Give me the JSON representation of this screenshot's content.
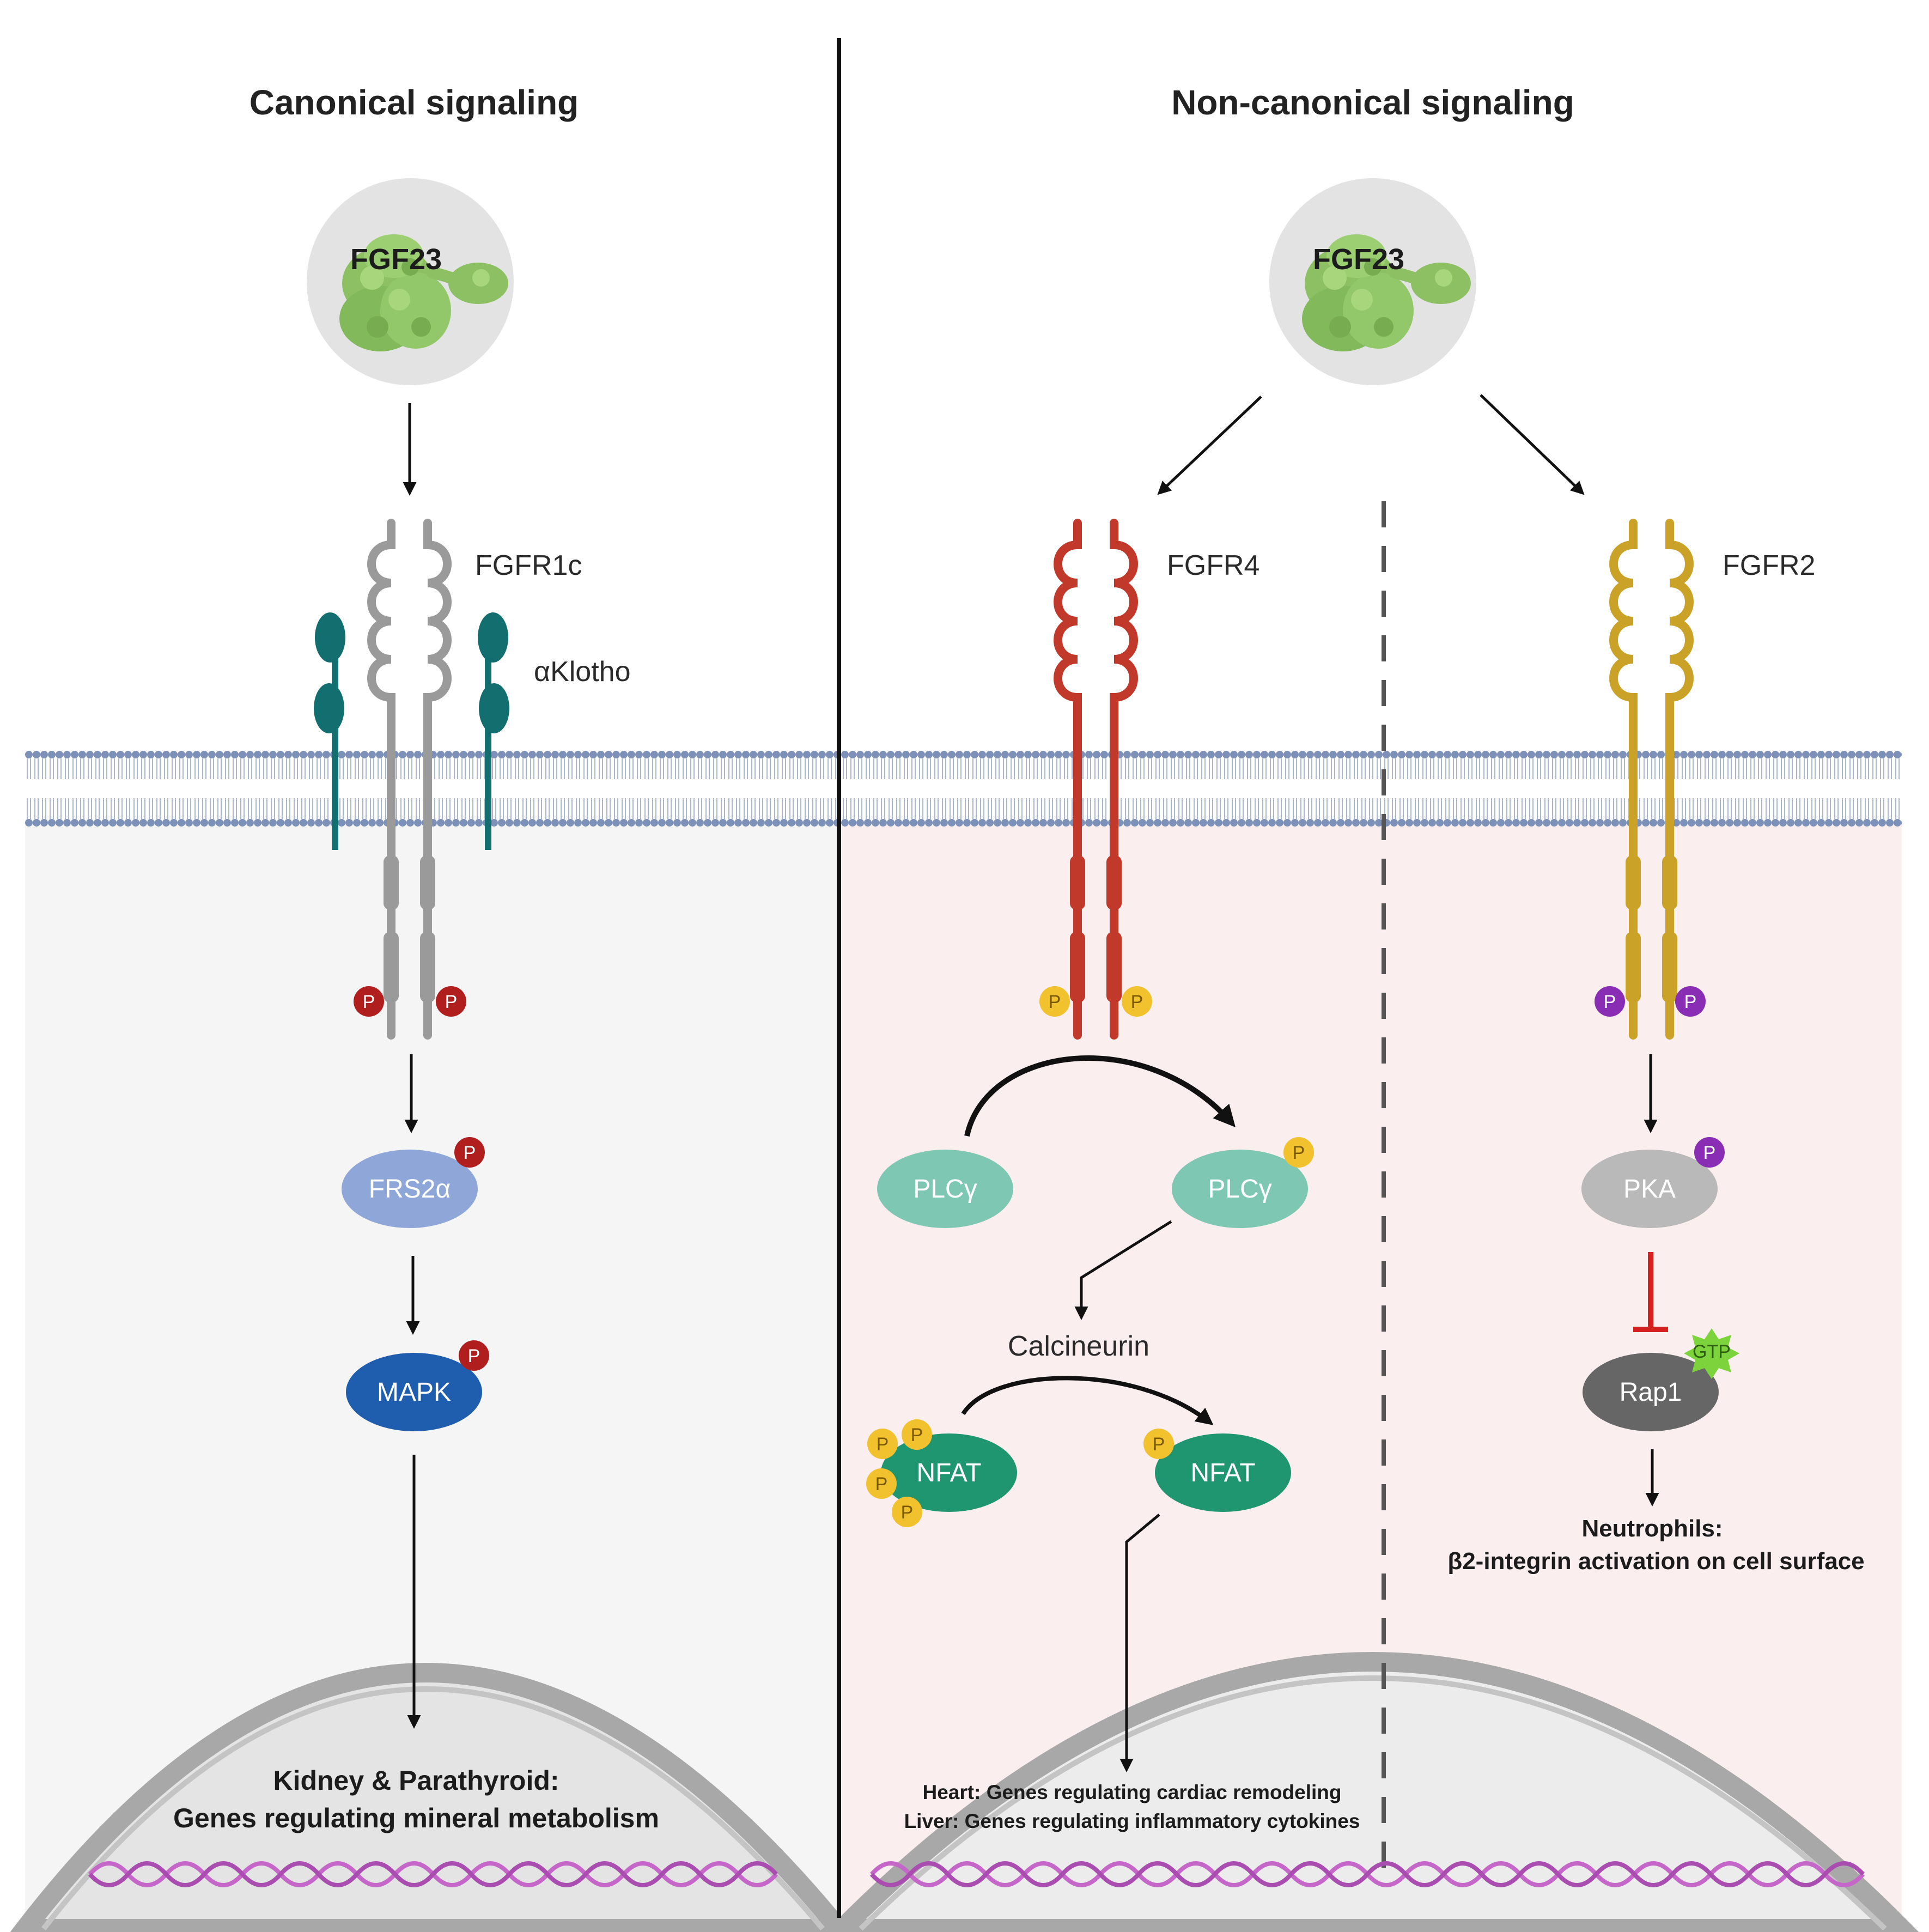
{
  "titles": {
    "left": "Canonical signaling",
    "right": "Non-canonical signaling"
  },
  "ligand": "FGF23",
  "receptors": {
    "fgfr1c": "FGFR1c",
    "klotho": "αKlotho",
    "fgfr4": "FGFR4",
    "fgfr2": "FGFR2"
  },
  "phospho": "P",
  "gtp": "GTP",
  "canonical": {
    "frs2": "FRS2α",
    "mapk": "MAPK",
    "outcome_line1": "Kidney & Parathyroid:",
    "outcome_line2": "Genes regulating mineral metabolism"
  },
  "fgfr4_path": {
    "plc_inactive": "PLCγ",
    "plc_active": "PLCγ",
    "calcineurin": "Calcineurin",
    "nfat_phos": "NFAT",
    "nfat_active": "NFAT",
    "outcome_line1": "Heart: Genes regulating cardiac remodeling",
    "outcome_line2": "Liver: Genes regulating inflammatory cytokines"
  },
  "fgfr2_path": {
    "pka": "PKA",
    "rap1": "Rap1",
    "outcome_line1": "Neutrophils:",
    "outcome_line2": "β2-integrin activation on cell surface"
  },
  "colors": {
    "canonical_bg": "#f5f5f5",
    "noncanonical_bg": "#fbeeee",
    "fgfr1c": "#9a9a9a",
    "klotho": "#136e70",
    "fgfr4": "#c0392b",
    "fgfr2": "#c9a227",
    "frs2": "#8ea6d8",
    "mapk": "#1f5dae",
    "plc": "#7ec7b2",
    "nfat": "#1f9570",
    "pka": "#b9b9b9",
    "rap1": "#666666",
    "p_red": "#b01e1e",
    "p_yellow": "#f2c12e",
    "p_purple": "#8a2db5",
    "inhibit": "#d62020",
    "membrane": "#7d91b8",
    "dna": "#c567c8"
  }
}
